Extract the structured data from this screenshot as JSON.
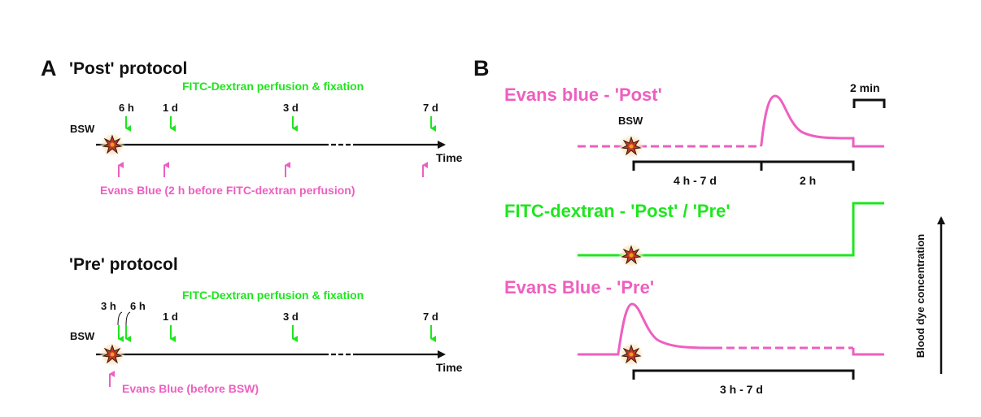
{
  "colors": {
    "green": "#1ee61e",
    "pink": "#ee5fc0",
    "black": "#111111"
  },
  "panel_a": {
    "label": "A",
    "post": {
      "title": "'Post' protocol",
      "fitc_label": "FITC-Dextran perfusion & fixation",
      "times": [
        "6 h",
        "1 d",
        "3 d",
        "7 d"
      ],
      "bsw": "BSW",
      "axis_label": "Time",
      "evans_label": "Evans Blue (2 h before FITC-dextran perfusion)"
    },
    "pre": {
      "title": "'Pre' protocol",
      "fitc_label": "FITC-Dextran perfusion & fixation",
      "times": [
        "3 h",
        "6 h",
        "1 d",
        "3 d",
        "7 d"
      ],
      "bsw": "BSW",
      "axis_label": "Time",
      "evans_label": "Evans Blue (before BSW)"
    }
  },
  "panel_b": {
    "label": "B",
    "scale_bar": "2 min",
    "evans_post": {
      "title": "Evans blue - 'Post'",
      "bsw": "BSW",
      "interval_1": "4 h - 7 d",
      "interval_2": "2 h"
    },
    "fitc": {
      "title": "FITC-dextran - 'Post' / 'Pre'"
    },
    "evans_pre": {
      "title": "Evans Blue - 'Pre'",
      "interval": "3 h - 7 d"
    },
    "y_axis": "Blood dye concentration"
  }
}
